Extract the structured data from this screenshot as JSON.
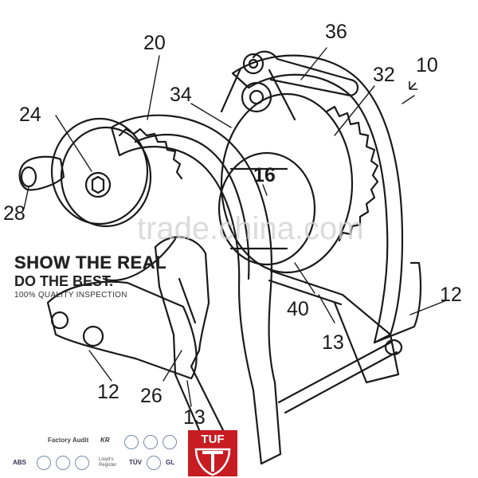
{
  "labels": {
    "n10": "10",
    "n12a": "12",
    "n12b": "12",
    "n13a": "13",
    "n13b": "13",
    "n16": "16",
    "n20": "20",
    "n24": "24",
    "n26": "26",
    "n28": "28",
    "n32": "32",
    "n34": "34",
    "n36": "36",
    "n40": "40"
  },
  "watermark": "trade.china.com",
  "overlay": {
    "line1": "SHOW THE REAL",
    "line2": "DO THE BEST.",
    "line3": "100% QUALITY INSPECTION"
  },
  "logos": {
    "factory_audit": "Factory Audit",
    "kr": "KR",
    "abs": "ABS",
    "lloyds": "Lloyd's Register",
    "tuv": "TÜV",
    "gl": "GL",
    "tuf": "TUF"
  },
  "colors": {
    "line": "#1a1a1a",
    "tuf_red": "#c71c22",
    "watermark": "#cfcfcf"
  }
}
